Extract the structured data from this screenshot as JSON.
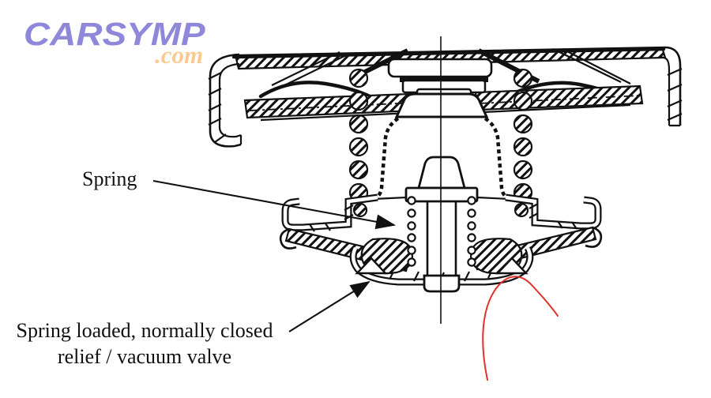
{
  "colors": {
    "ink": "#111111",
    "paper": "#ffffff",
    "brand": "#8e87da",
    "brand-tld": "#fbca92",
    "annotation": "#e0312a"
  },
  "logo": {
    "brand": "CARSYMP",
    "tld": ".com"
  },
  "labels": {
    "spring": "Spring",
    "valve_line1": "Spring loaded, normally closed",
    "valve_line2": "relief / vacuum valve"
  }
}
